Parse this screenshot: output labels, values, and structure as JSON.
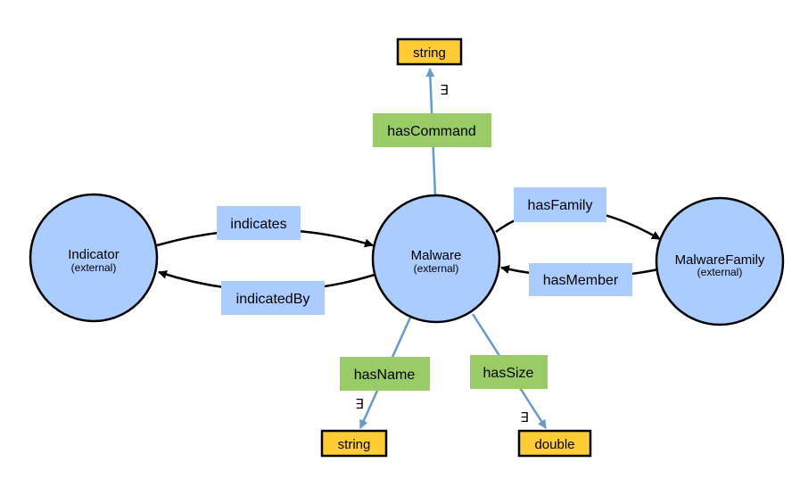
{
  "nodes": {
    "indicator": {
      "title": "Indicator",
      "subtitle": "(external)"
    },
    "malware": {
      "title": "Malware",
      "subtitle": "(external)"
    },
    "malware_family": {
      "title": "MalwareFamily",
      "subtitle": "(external)"
    }
  },
  "object_properties": {
    "indicates": "indicates",
    "indicated_by": "indicatedBy",
    "has_family": "hasFamily",
    "has_member": "hasMember"
  },
  "datatype_properties": {
    "has_command": "hasCommand",
    "has_name": "hasName",
    "has_size": "hasSize"
  },
  "datatypes": {
    "command_type": "string",
    "name_type": "string",
    "size_type": "double"
  },
  "existential_symbol": "∃",
  "colors": {
    "class_fill": "#aaccff",
    "object_property_fill": "#aaccff",
    "datatype_property_fill": "#99cc66",
    "datatype_fill": "#ffcc33",
    "datatype_edge": "#6699cc",
    "object_edge": "#000000"
  }
}
